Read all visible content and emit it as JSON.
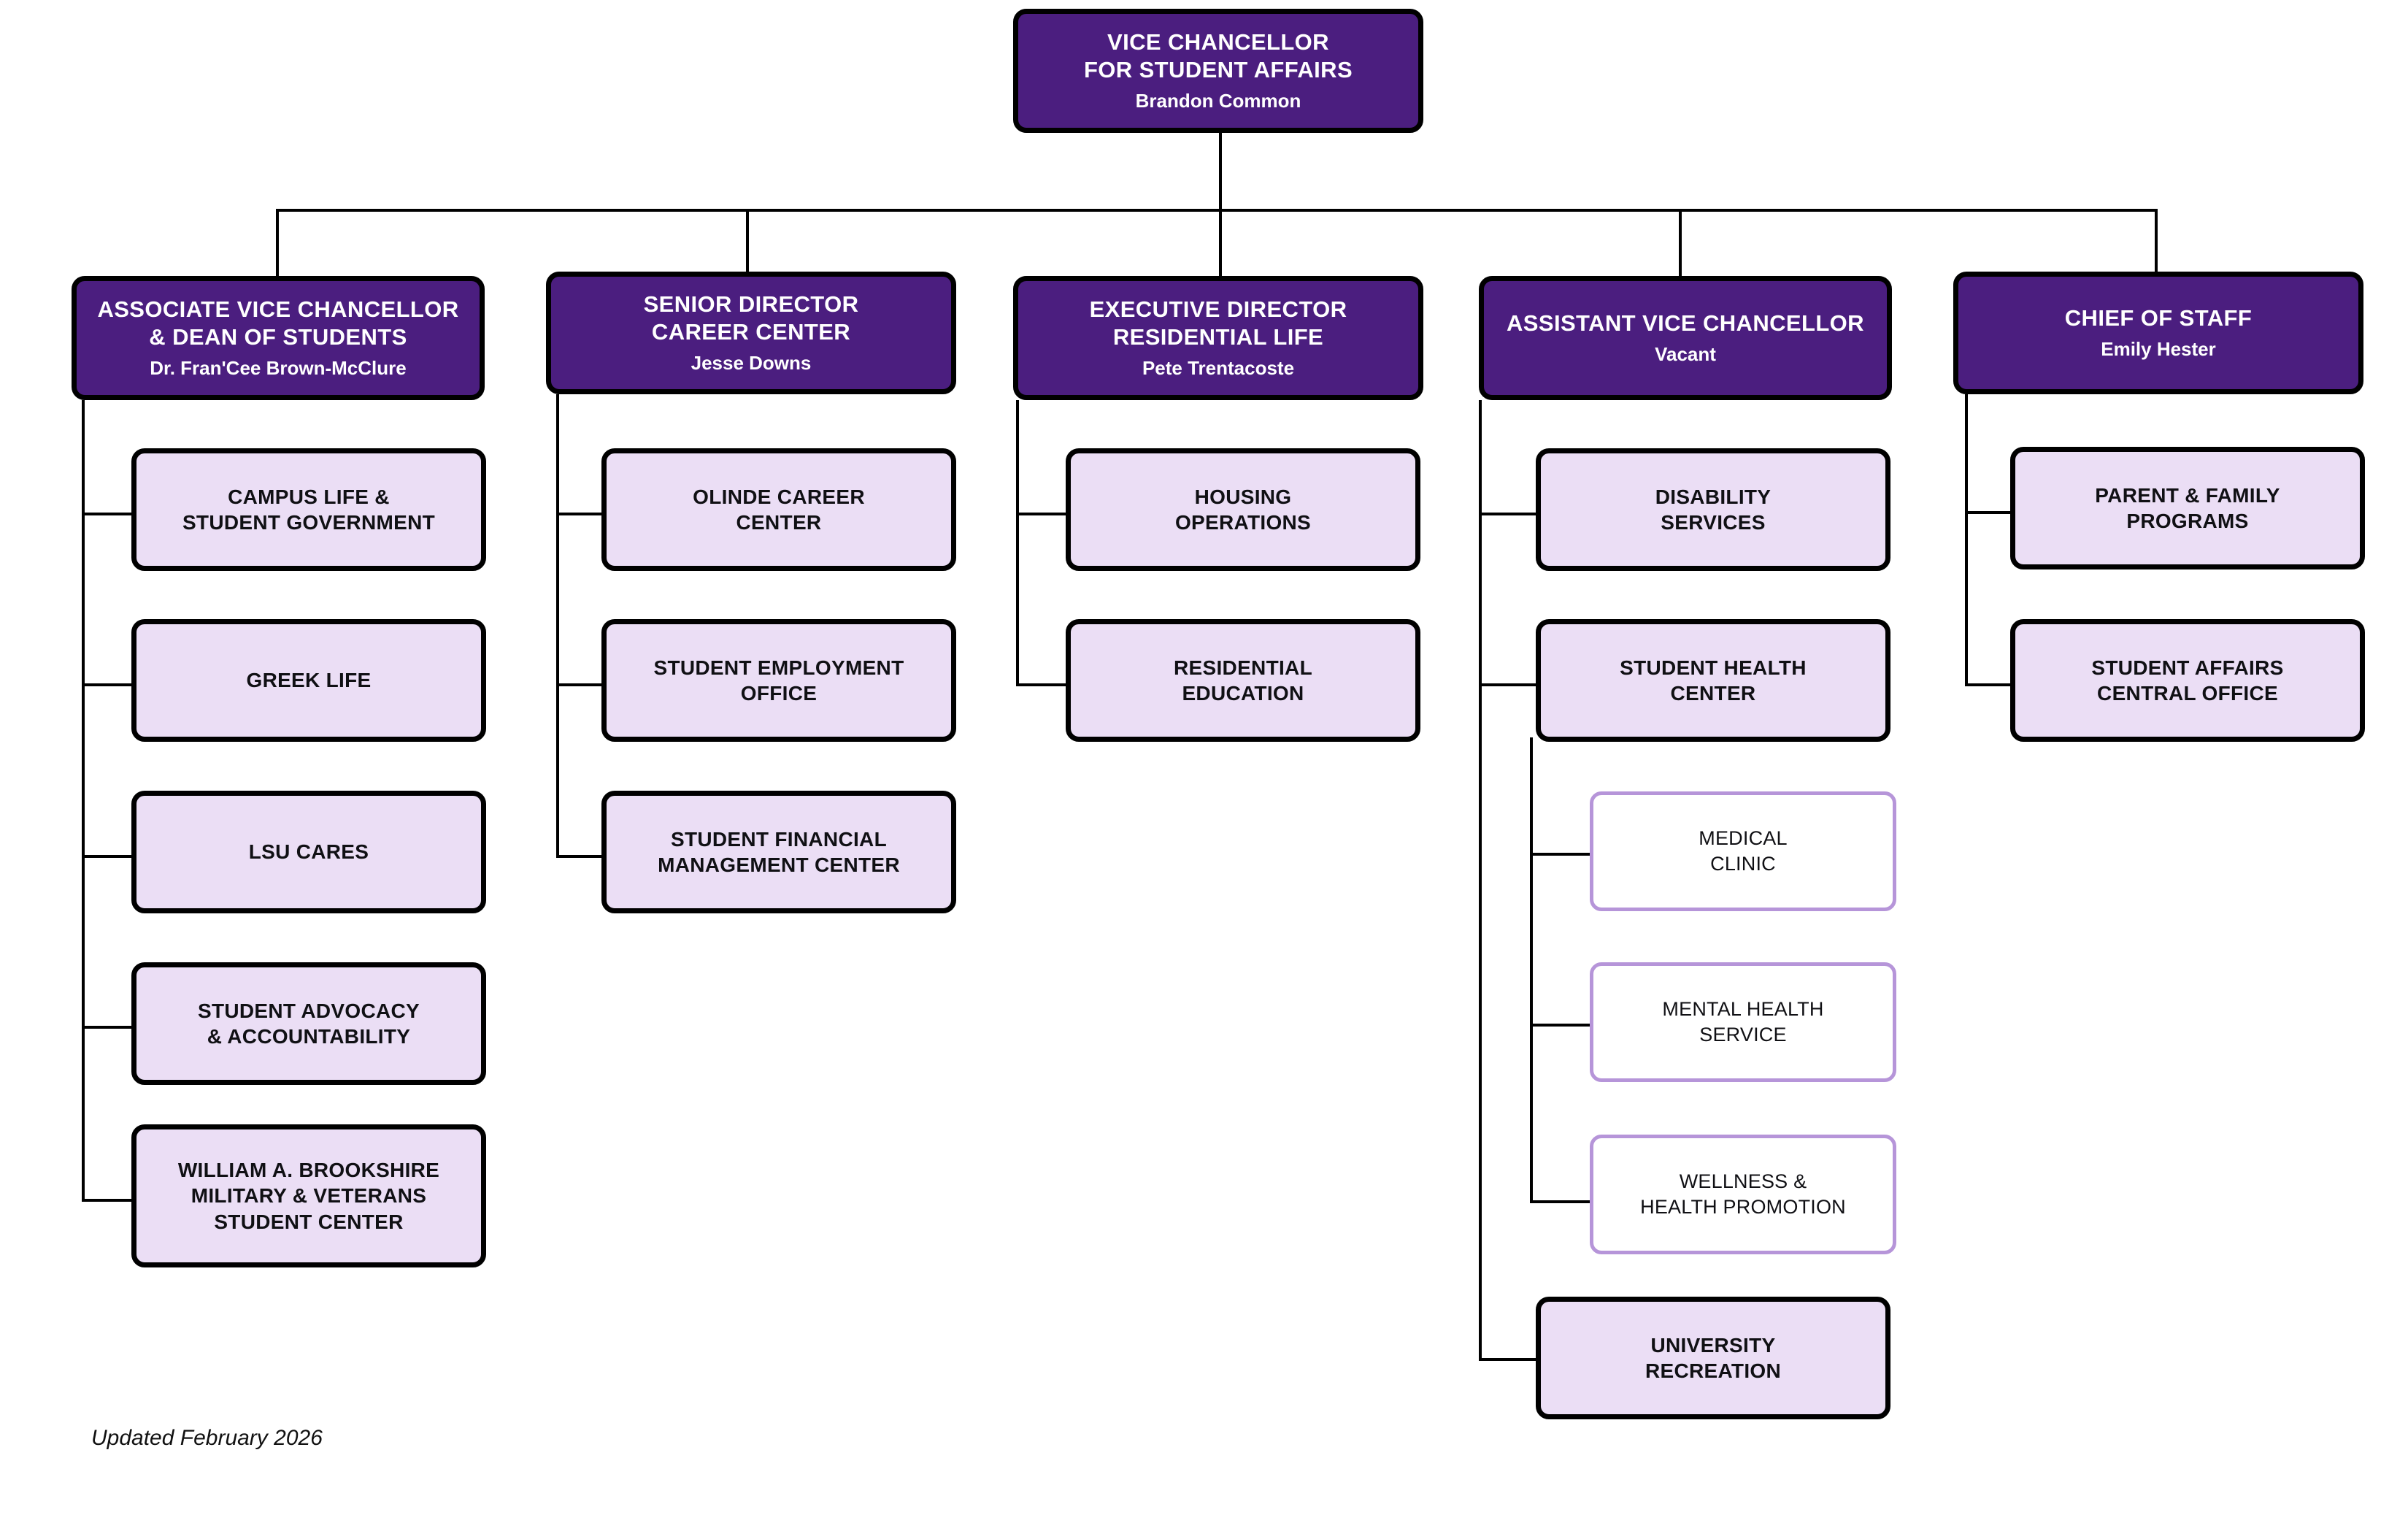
{
  "chart": {
    "type": "org-chart",
    "footnote": "Updated February 2026",
    "colors": {
      "executive_fill": "#4B1E7F",
      "executive_text": "#FFFFFF",
      "unit_fill": "#EBDEF5",
      "unit_border": "#000000",
      "sub_fill": "#FFFFFF",
      "sub_border": "#B695D9",
      "connector": "#000000",
      "background": "#FFFFFF"
    }
  },
  "root": {
    "title_line1": "VICE CHANCELLOR",
    "title_line2": "FOR STUDENT AFFAIRS",
    "person": "Brandon Common"
  },
  "divisions": [
    {
      "title_line1": "ASSOCIATE VICE CHANCELLOR",
      "title_line2": "& DEAN OF STUDENTS",
      "person": "Dr. Fran'Cee Brown-McClure",
      "units": [
        {
          "line1": "CAMPUS LIFE &",
          "line2": "STUDENT GOVERNMENT",
          "line3": ""
        },
        {
          "line1": "GREEK LIFE",
          "line2": "",
          "line3": ""
        },
        {
          "line1": "LSU CARES",
          "line2": "",
          "line3": ""
        },
        {
          "line1": "STUDENT ADVOCACY",
          "line2": "& ACCOUNTABILITY",
          "line3": ""
        },
        {
          "line1": "WILLIAM A. BROOKSHIRE",
          "line2": "MILITARY & VETERANS",
          "line3": "STUDENT CENTER"
        }
      ]
    },
    {
      "title_line1": "SENIOR DIRECTOR",
      "title_line2": "CAREER CENTER",
      "person": "Jesse Downs",
      "units": [
        {
          "line1": "OLINDE CAREER",
          "line2": "CENTER",
          "line3": ""
        },
        {
          "line1": "STUDENT EMPLOYMENT",
          "line2": "OFFICE",
          "line3": ""
        },
        {
          "line1": "STUDENT FINANCIAL",
          "line2": "MANAGEMENT CENTER",
          "line3": ""
        }
      ]
    },
    {
      "title_line1": "EXECUTIVE DIRECTOR",
      "title_line2": "RESIDENTIAL LIFE",
      "person": "Pete Trentacoste",
      "units": [
        {
          "line1": "HOUSING",
          "line2": "OPERATIONS",
          "line3": ""
        },
        {
          "line1": "RESIDENTIAL",
          "line2": "EDUCATION",
          "line3": ""
        }
      ]
    },
    {
      "title_line1": "ASSISTANT VICE CHANCELLOR",
      "title_line2": "",
      "person": "Vacant",
      "units": [
        {
          "line1": "DISABILITY",
          "line2": "SERVICES",
          "line3": ""
        },
        {
          "line1": "STUDENT HEALTH",
          "line2": "CENTER",
          "line3": ""
        },
        {
          "line1": "UNIVERSITY",
          "line2": "RECREATION",
          "line3": ""
        }
      ],
      "subunits": [
        {
          "line1": "MEDICAL",
          "line2": "CLINIC"
        },
        {
          "line1": "MENTAL HEALTH",
          "line2": "SERVICE"
        },
        {
          "line1": "WELLNESS &",
          "line2": "HEALTH PROMOTION"
        }
      ]
    },
    {
      "title_line1": "CHIEF OF STAFF",
      "title_line2": "",
      "person": "Emily Hester",
      "units": [
        {
          "line1": "PARENT & FAMILY",
          "line2": "PROGRAMS",
          "line3": ""
        },
        {
          "line1": "STUDENT AFFAIRS",
          "line2": "CENTRAL OFFICE",
          "line3": ""
        }
      ]
    }
  ]
}
